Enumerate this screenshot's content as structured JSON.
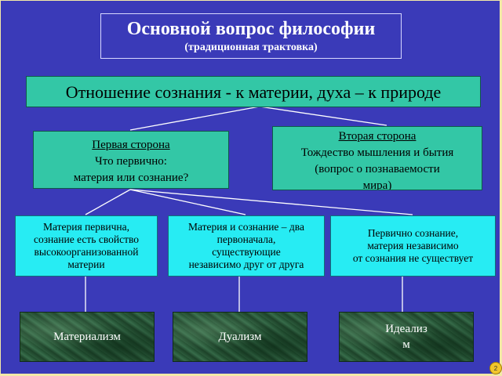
{
  "title": {
    "main": "Основной вопрос философии",
    "sub": "(традиционная трактовка)"
  },
  "central": "Отношение сознания - к материи, духа – к природе",
  "first_side": {
    "heading": "Первая сторона",
    "line1": "Что первично:",
    "line2": "материя или сознание?"
  },
  "second_side": {
    "heading": "Вторая сторона",
    "line1": "Тождество мышления и бытия",
    "line2": "(вопрос о познаваемости",
    "line3": "мира)"
  },
  "views": [
    {
      "line1": "Материя первична,",
      "line2": "сознание есть свойство",
      "line3": "высокоорганизованной",
      "line4": "материи"
    },
    {
      "line1": "Материя и сознание – два",
      "line2": "первоначала,",
      "line3": "существующие",
      "line4": "независимо друг от друга"
    },
    {
      "line1": "Первично сознание,",
      "line2": "материя независимо",
      "line3": "от сознания не существует"
    }
  ],
  "results": [
    {
      "label": "Материализм"
    },
    {
      "label": "Дуализм"
    },
    {
      "line1": "Идеализ",
      "line2": "м"
    }
  ],
  "page_number": "2",
  "colors": {
    "background": "#3a3ab8",
    "primary_box": "#33c7a6",
    "secondary_box": "#27ecf3",
    "result_box": "#2c5b3c"
  }
}
